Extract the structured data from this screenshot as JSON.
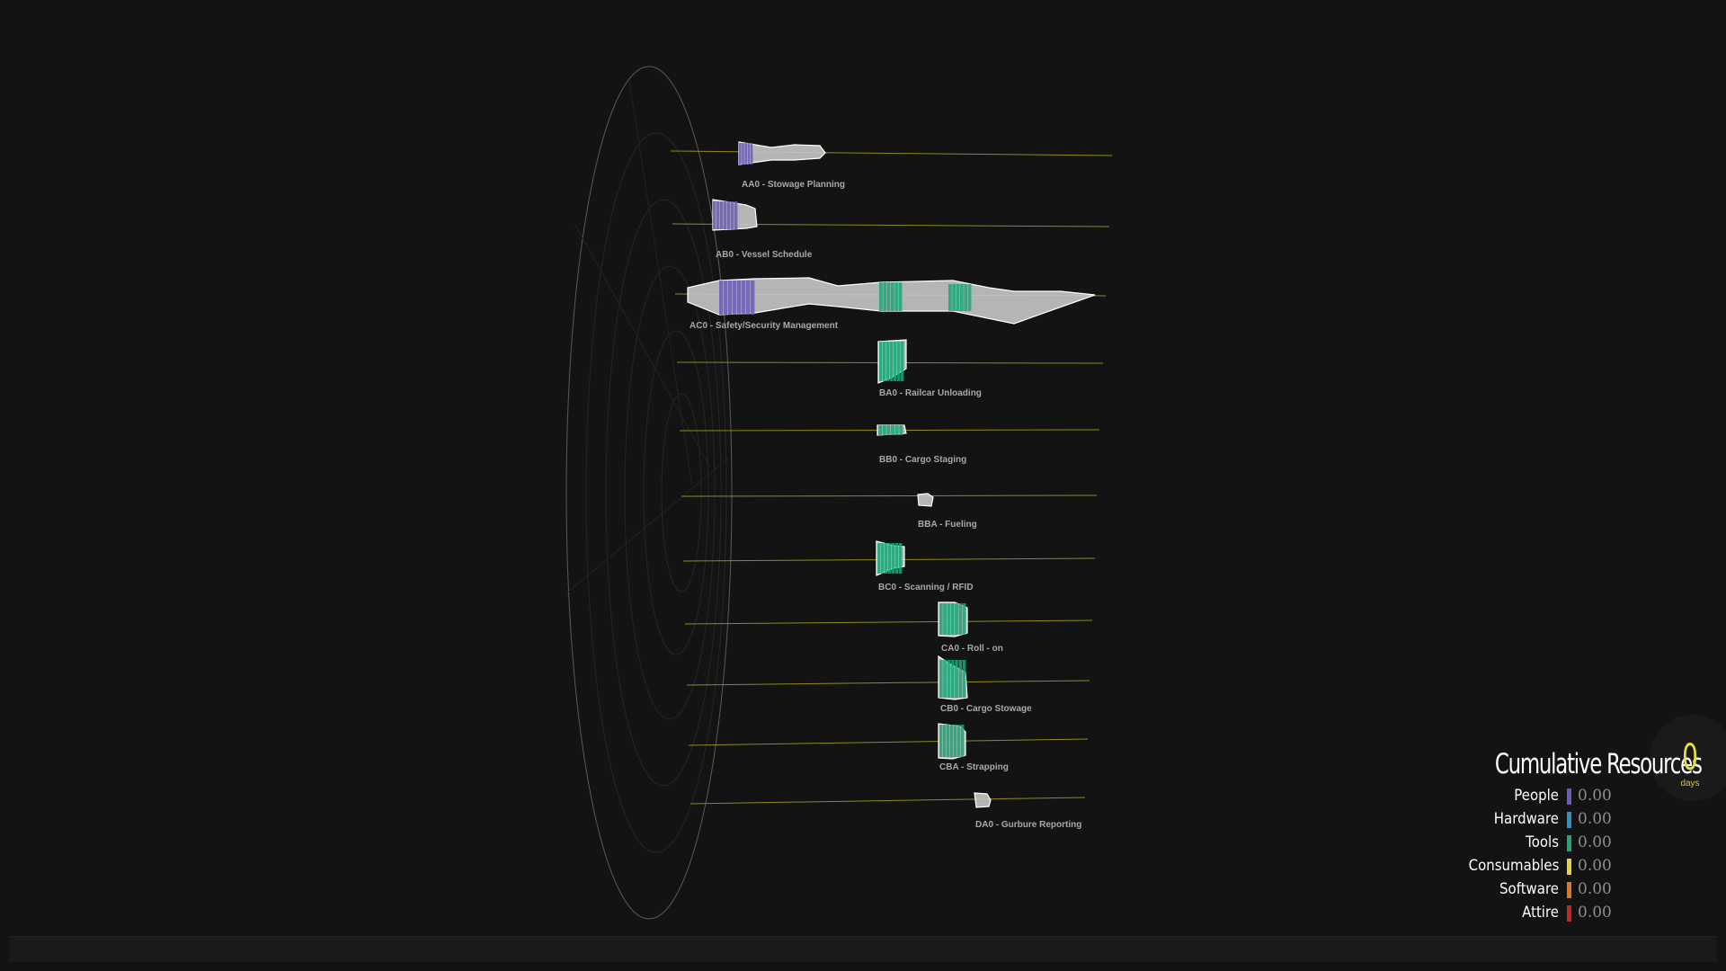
{
  "tasks": [
    {
      "label": "AA0 - Stowage Planning"
    },
    {
      "label": "AB0 - Vessel Schedule"
    },
    {
      "label": "AC0 - Safety/Security Management"
    },
    {
      "label": "BA0 - Railcar Unloading"
    },
    {
      "label": "BB0 - Cargo Staging"
    },
    {
      "label": "BBA - Fueling"
    },
    {
      "label": "BC0 - Scanning / RFID"
    },
    {
      "label": "CA0 - Roll - on"
    },
    {
      "label": "CB0 - Cargo Stowage"
    },
    {
      "label": "CBA - Strapping"
    },
    {
      "label": "DA0 - Gurbure Reporting"
    }
  ],
  "resources": {
    "title": "Cumulative Resources",
    "days_value": "0",
    "days_label": "days",
    "items": [
      {
        "name": "People",
        "value": "0.00",
        "color": "#6b5bbd"
      },
      {
        "name": "Hardware",
        "value": "0.00",
        "color": "#2f8fc9"
      },
      {
        "name": "Tools",
        "value": "0.00",
        "color": "#1aa77a"
      },
      {
        "name": "Consumables",
        "value": "0.00",
        "color": "#e8d23a"
      },
      {
        "name": "Software",
        "value": "0.00",
        "color": "#e0781c"
      },
      {
        "name": "Attire",
        "value": "0.00",
        "color": "#c42626"
      }
    ]
  },
  "colors": {
    "background": "#131313",
    "timeline_line": "#8f8a1c",
    "shape_fill": "#c8c8c8",
    "shape_stroke": "#ffffff",
    "people": "#6b5bbd",
    "tools": "#1aa77a",
    "disc": "#4a4a4a"
  }
}
